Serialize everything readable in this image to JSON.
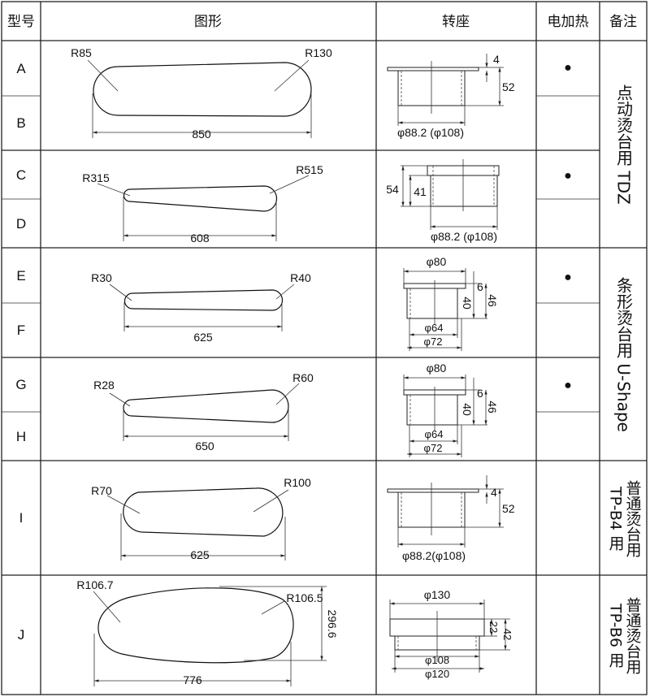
{
  "header": {
    "model": "型号",
    "shape": "图形",
    "seat": "转座",
    "heating": "电加热",
    "remarks": "备注"
  },
  "models": [
    "A",
    "B",
    "C",
    "D",
    "E",
    "F",
    "G",
    "H",
    "I",
    "J"
  ],
  "shapes": {
    "ab": {
      "r_left": "R85",
      "r_right": "R130",
      "length": "850"
    },
    "cd": {
      "r_left": "R315",
      "r_right": "R515",
      "length": "608"
    },
    "ef": {
      "r_left": "R30",
      "r_right": "R40",
      "length": "625"
    },
    "gh": {
      "r_left": "R28",
      "r_right": "R60",
      "length": "650"
    },
    "i": {
      "r_left": "R70",
      "r_right": "R100",
      "length": "625"
    },
    "j": {
      "r_left": "R106.7",
      "r_right": "R106.5",
      "length": "776",
      "width": "296.6"
    }
  },
  "seats": {
    "ab": {
      "flange": "4",
      "height": "52",
      "diameter": "φ88.2 (φ108)"
    },
    "cd": {
      "total": "54",
      "inner": "41",
      "diameter": "φ88.2 (φ108)"
    },
    "ef": {
      "top": "φ80",
      "flange": "6",
      "inner": "40",
      "height": "46",
      "d1": "φ64",
      "d2": "φ72"
    },
    "gh": {
      "top": "φ80",
      "flange": "6",
      "inner": "40",
      "height": "46",
      "d1": "φ64",
      "d2": "φ72"
    },
    "i": {
      "flange": "4",
      "height": "52",
      "diameter": "φ88.2(φ108)"
    },
    "j": {
      "top": "φ130",
      "flange": "22",
      "height": "42",
      "d1": "φ108",
      "d2": "φ120"
    }
  },
  "heating_marker": "●",
  "remarks": {
    "abcd": [
      "点动烫台用 TDZ"
    ],
    "efgh": [
      "条形烫台用 U-Shape"
    ],
    "i": [
      "普通烫台用",
      "TP-B4 用"
    ],
    "j": [
      "普通烫台用",
      "TP-B6 用"
    ]
  }
}
